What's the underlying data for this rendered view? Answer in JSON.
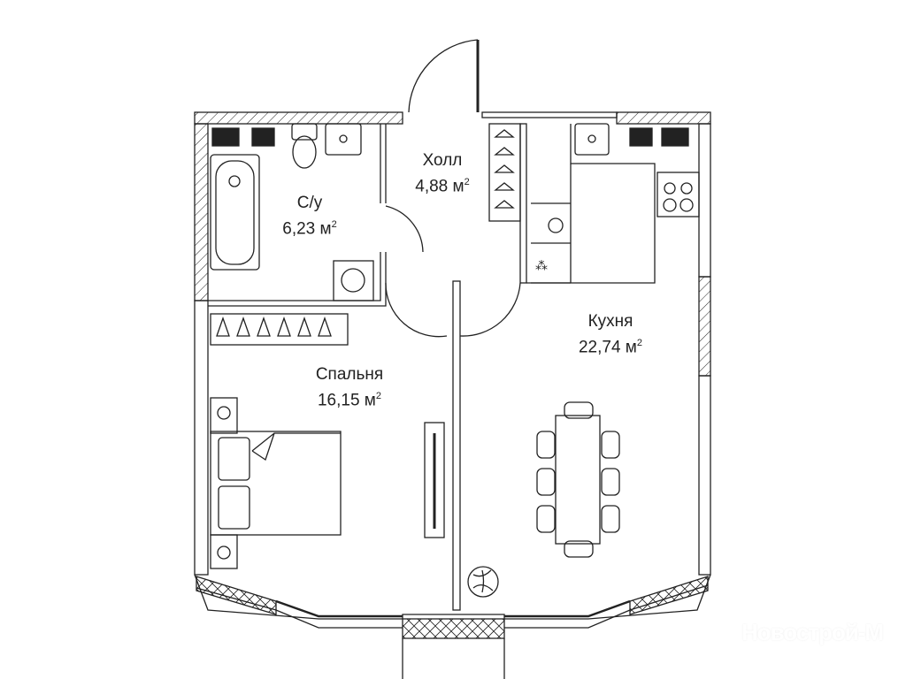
{
  "rooms": [
    {
      "name": "Холл",
      "area": "4,88 м",
      "sup": "2"
    },
    {
      "name": "С/у",
      "area": "6,23 м",
      "sup": "2"
    },
    {
      "name": "Спальня",
      "area": "16,15 м",
      "sup": "2"
    },
    {
      "name": "Кухня",
      "area": "22,74 м",
      "sup": "2"
    }
  ],
  "watermark": "Новострой-М"
}
